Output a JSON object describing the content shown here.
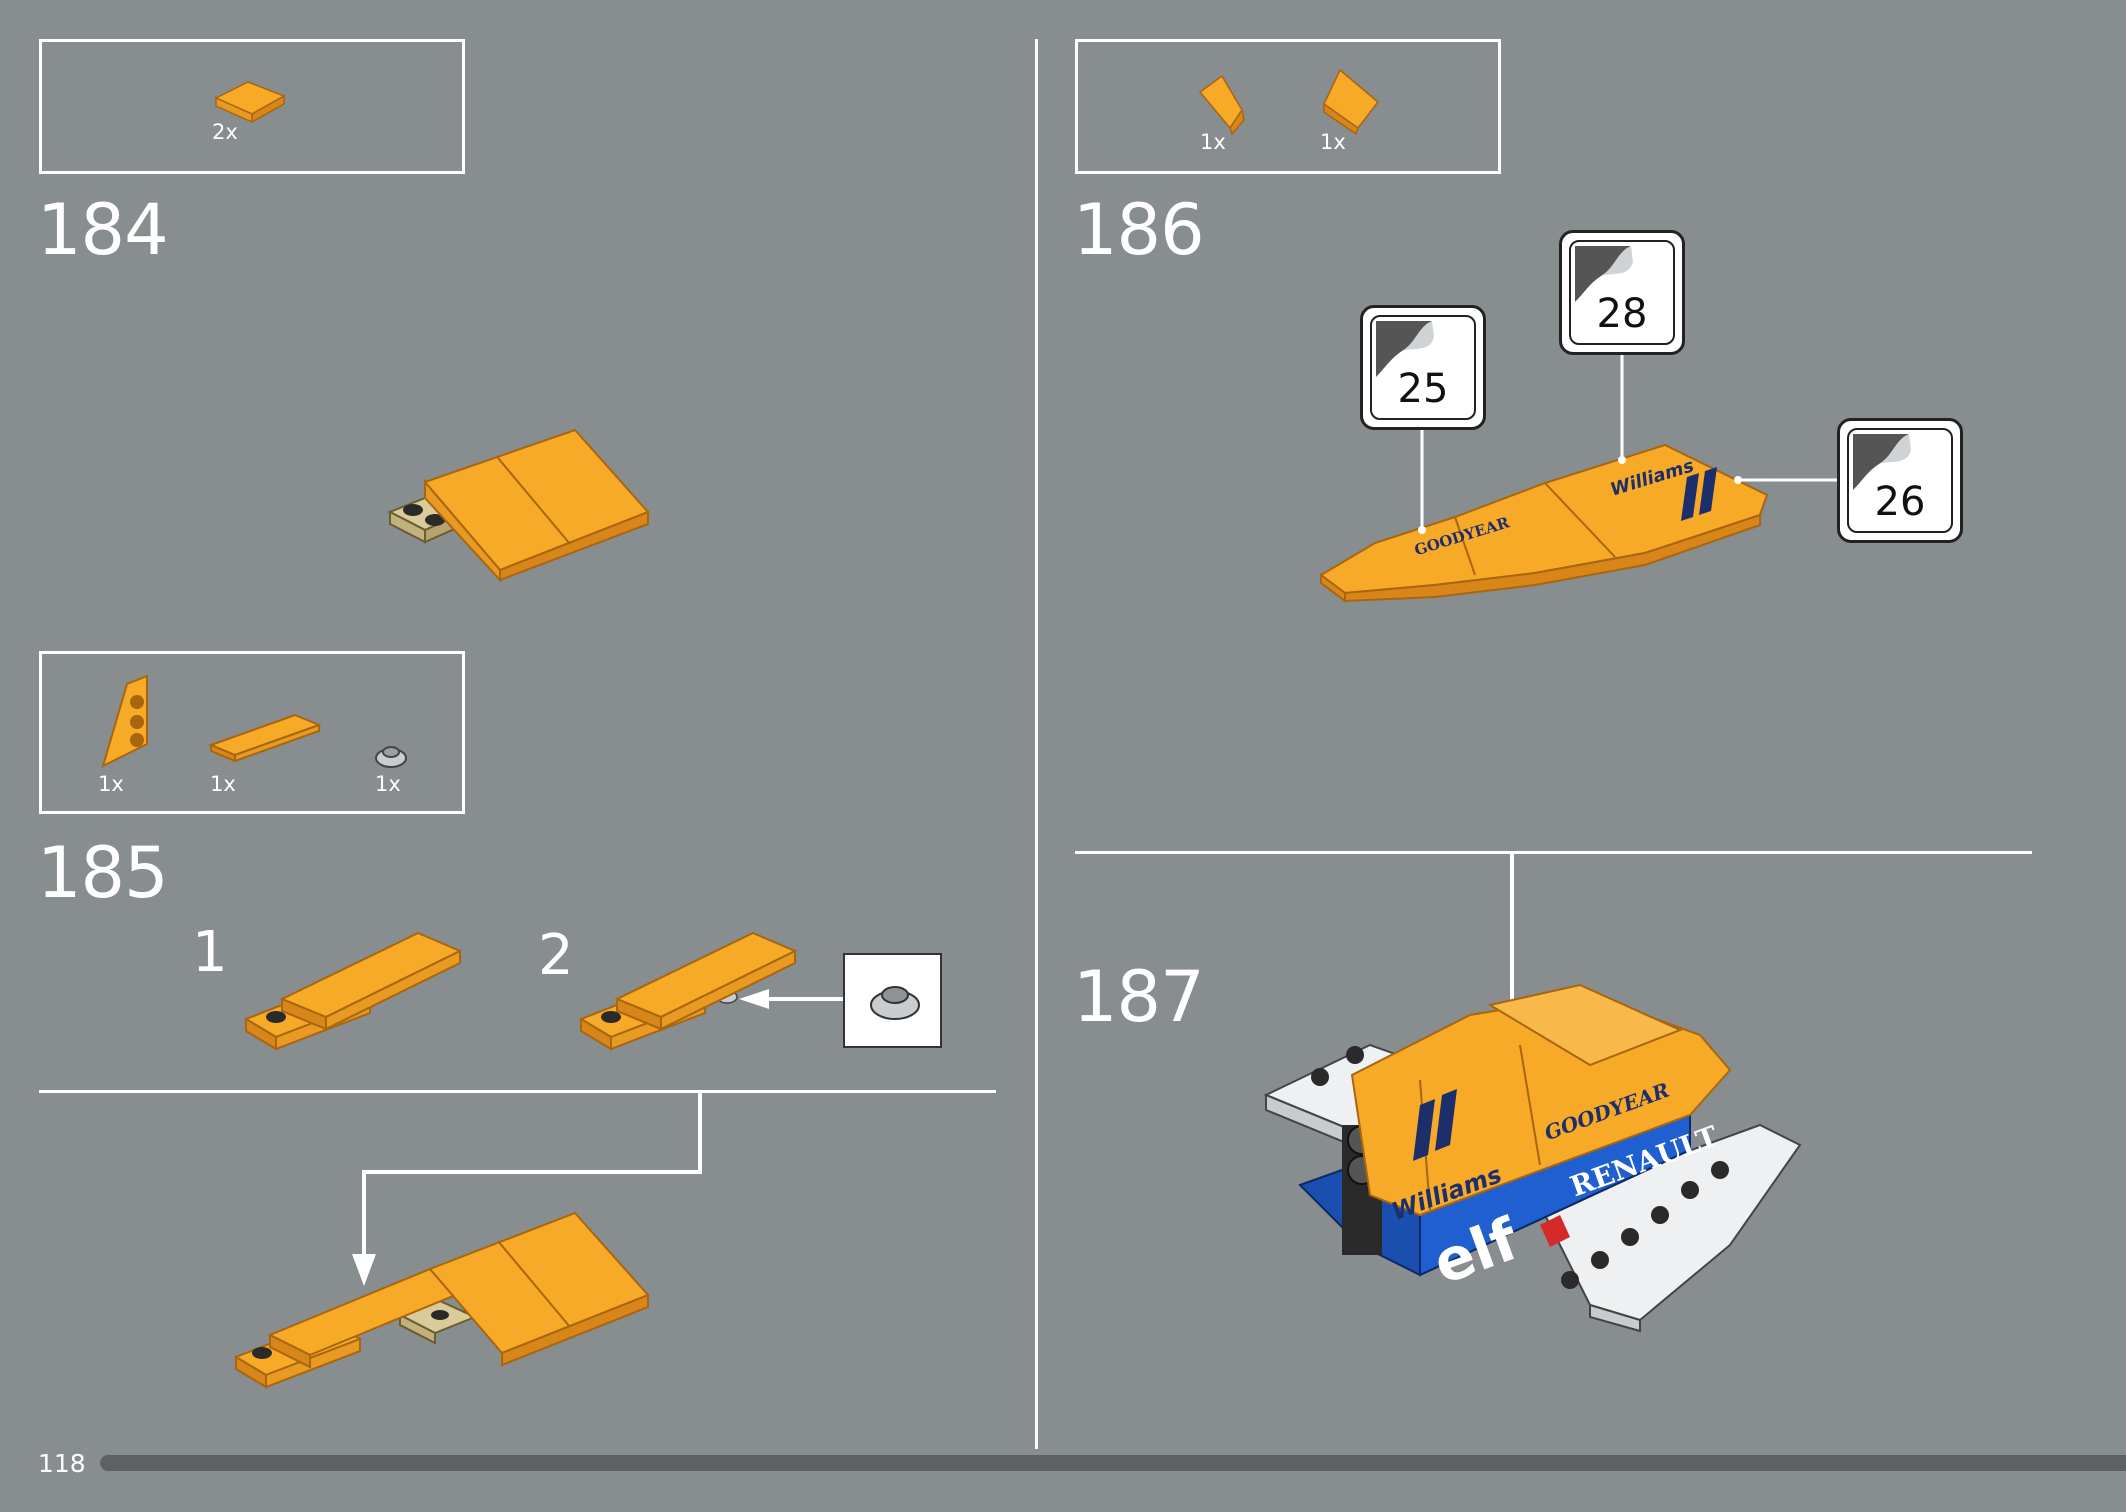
{
  "page": {
    "number": "118"
  },
  "steps": {
    "s184": {
      "label": "184",
      "parts": [
        {
          "qty": "2x"
        }
      ]
    },
    "s185": {
      "label": "185",
      "parts": [
        {
          "qty": "1x"
        },
        {
          "qty": "1x"
        },
        {
          "qty": "1x"
        }
      ],
      "sub1": "1",
      "sub2": "2"
    },
    "s186": {
      "label": "186",
      "parts": [
        {
          "qty": "1x"
        },
        {
          "qty": "1x"
        }
      ],
      "stickers": [
        "25",
        "28",
        "26"
      ]
    },
    "s187": {
      "label": "187"
    }
  },
  "decals": {
    "williams": "Williams",
    "goodyear": "GOODYEAR",
    "renault": "RENAULT",
    "elf": "elf"
  },
  "colors": {
    "background": "#888e8f",
    "brick_orange": "#f7a928",
    "brick_orange_dark": "#d8861a",
    "brick_tan": "#d9cc9a",
    "brick_white": "#eef0f2",
    "brick_blue": "#1a4fb0",
    "progress": "#5d6162"
  }
}
